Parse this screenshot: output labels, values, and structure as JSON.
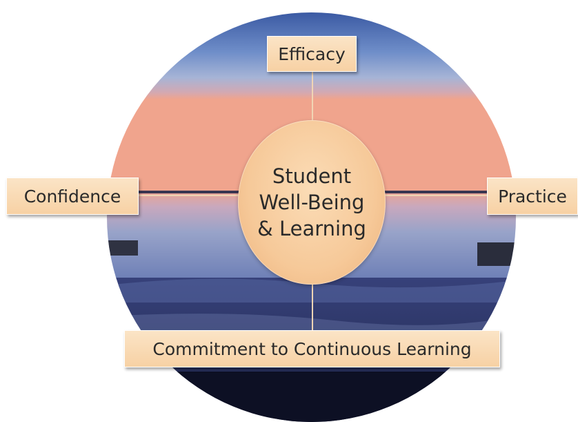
{
  "center": {
    "line1": "Student",
    "line2": "Well-Being",
    "line3": "& Learning"
  },
  "nodes": {
    "top": "Efficacy",
    "left": "Confidence",
    "right": "Practice",
    "bottom": "Commitment to Continuous Learning"
  },
  "colors": {
    "node_fill": "#f9d9b3",
    "node_border": "#ffffff",
    "hub_fill": "#f6c999",
    "connector": "#f1d5b4",
    "text": "#2a2a2a"
  }
}
